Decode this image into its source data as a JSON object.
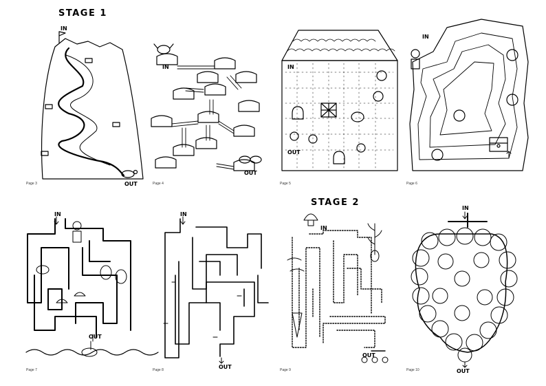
{
  "stages": [
    "STAGE 1",
    "STAGE 2"
  ],
  "labels": {
    "in": "IN",
    "out": "OUT"
  },
  "page_labels": [
    "Page 3",
    "Page 4",
    "Page 5",
    "Page 6",
    "Page 7",
    "Page 8",
    "Page 9",
    "Page 10"
  ]
}
